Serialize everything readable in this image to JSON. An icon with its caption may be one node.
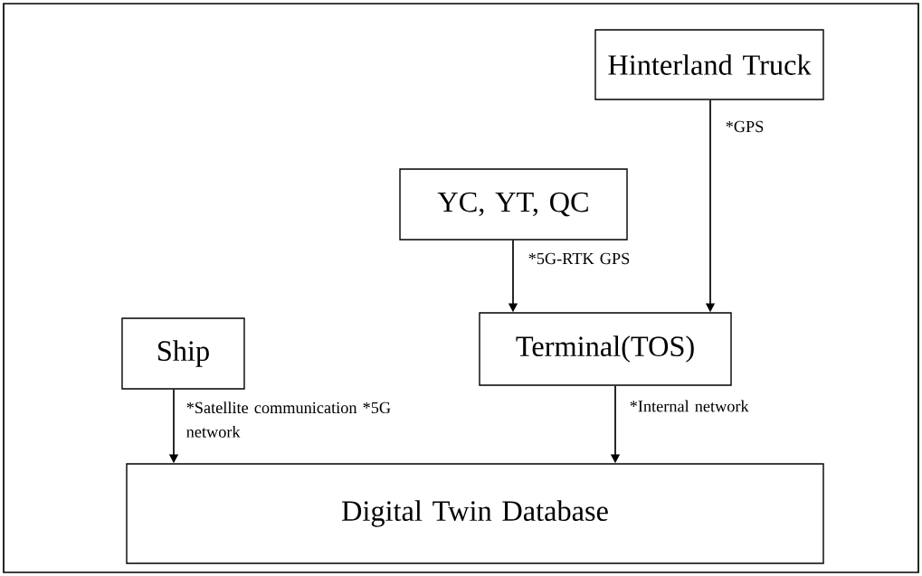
{
  "diagram": {
    "nodes": [
      {
        "text": [
          "Hinterland Truck"
        ]
      },
      {
        "text": [
          "YC, YT, QC"
        ]
      },
      {
        "text": [
          "Ship"
        ]
      },
      {
        "text": [
          "Terminal(TOS)"
        ]
      },
      {
        "text": [
          "Digital Twin Database"
        ]
      }
    ],
    "edges": [
      {
        "from": 0,
        "to": 3,
        "arrow": "to",
        "label": "*GPS"
      },
      {
        "from": 1,
        "to": 3,
        "arrow": "to",
        "label": "*5G-RTK GPS"
      },
      {
        "from": 2,
        "to": 4,
        "arrow": "to",
        "label": "*Satellite communication *5G network"
      },
      {
        "from": 3,
        "to": 4,
        "arrow": "to",
        "label": "*Internal network"
      }
    ]
  }
}
